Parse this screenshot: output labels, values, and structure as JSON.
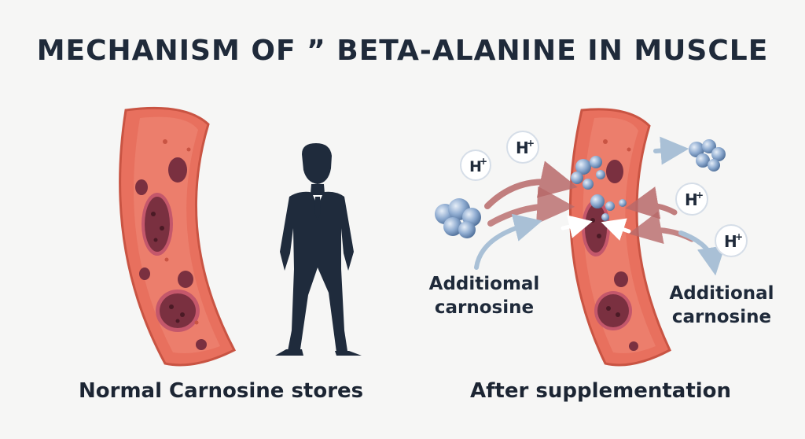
{
  "title": "MECHANISM OF ” BETA-ALANINE IN MUSCLE",
  "captions": {
    "left": "Normal Carnosine stores",
    "right": "After supplementation"
  },
  "labels": {
    "left": "Additiomal carnosine",
    "right": "Additional carnosine"
  },
  "ions": {
    "h_plus": "H",
    "sup": "+"
  },
  "colors": {
    "muscle": "#e8705e",
    "muscle_edge": "#c95443",
    "nucleus": "#7a3040",
    "silhouette": "#1f2b3c",
    "carnosine": "#7f9fc4",
    "arrow_red": "#b86a6a",
    "arrow_blue": "#a9c0d6"
  }
}
